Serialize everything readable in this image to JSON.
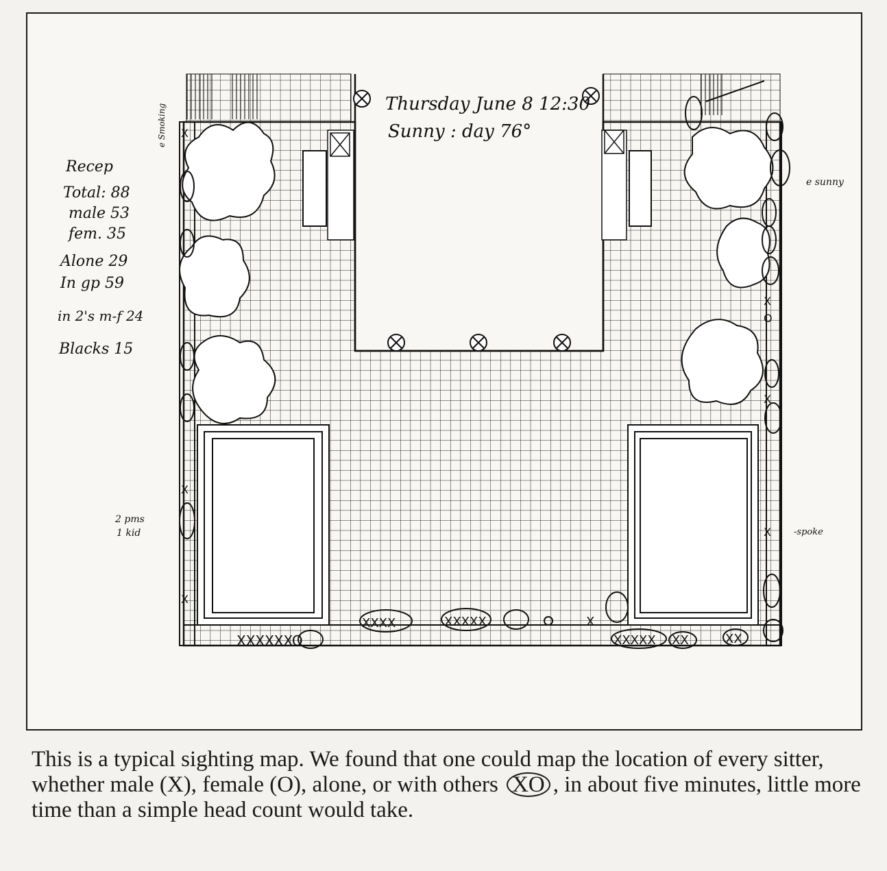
{
  "annotations": {
    "header_line1": "Thursday June 8 12:30",
    "header_line2": "Sunny : day 76°",
    "tally": [
      "Recep",
      "Total: 88",
      "male 53",
      "fem. 35",
      "Alone 29",
      "In gp 59",
      "in 2's m-f 24",
      "Blacks 15"
    ],
    "side_note_left": [
      "2 pms",
      "1 kid"
    ],
    "side_note_right_top": "e sunny",
    "side_note_right_spoke": "-spoke",
    "left_top_note": "e Smoking"
  },
  "legend": {
    "male_symbol": "X",
    "female_symbol": "O",
    "group_symbol": "XO"
  },
  "caption": {
    "part1": "This is a typical sighting map. We found that one could map the location of every sitter, whether male (X), female (O), alone, or with others",
    "xo": "XO",
    "part2": ", in about five minutes, little more time than a simple head count would take."
  }
}
